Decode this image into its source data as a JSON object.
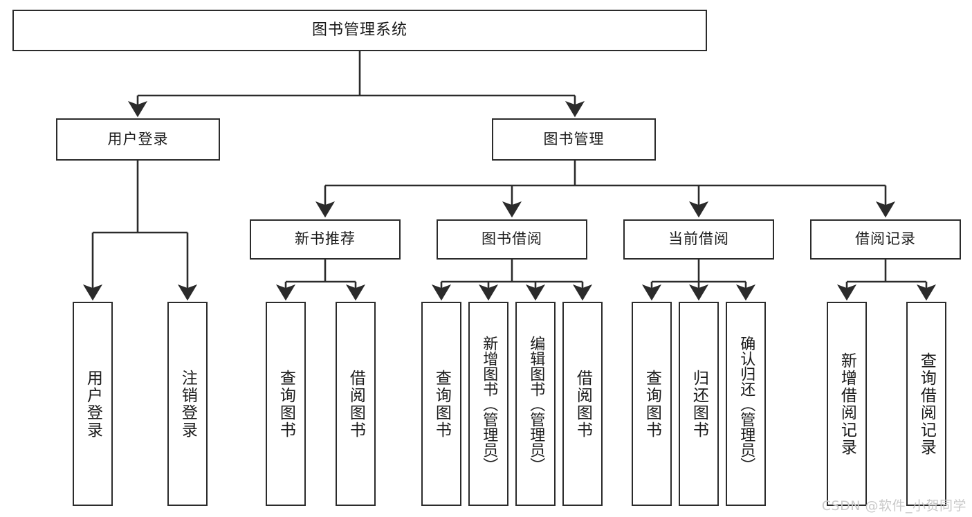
{
  "diagram": {
    "title": "图书管理系统",
    "type": "hierarchy-tree",
    "root": {
      "label": "图书管理系统"
    },
    "level1": [
      {
        "label": "用户登录"
      },
      {
        "label": "图书管理"
      }
    ],
    "level2": [
      {
        "label": "新书推荐"
      },
      {
        "label": "图书借阅"
      },
      {
        "label": "当前借阅"
      },
      {
        "label": "借阅记录"
      }
    ],
    "leaves": {
      "user_login": [
        {
          "label": "用户登录"
        },
        {
          "label": "注销登录"
        }
      ],
      "new_book_recommend": [
        {
          "label": "查询图书"
        },
        {
          "label": "借阅图书"
        }
      ],
      "book_borrow": [
        {
          "label": "查询图书"
        },
        {
          "label": "新增图书（管理员）"
        },
        {
          "label": "编辑图书（管理员）"
        },
        {
          "label": "借阅图书"
        }
      ],
      "current_borrow": [
        {
          "label": "查询图书"
        },
        {
          "label": "归还图书"
        },
        {
          "label": "确认归还（管理员）"
        }
      ],
      "borrow_record": [
        {
          "label": "新增借阅记录"
        },
        {
          "label": "查询借阅记录"
        }
      ]
    }
  },
  "watermark": {
    "text": "CSDN @软件_小贺同学"
  },
  "colors": {
    "stroke": "#2b2b2b",
    "background": "#ffffff",
    "text": "#1a1a1a",
    "watermark": "#c9c9c9"
  }
}
